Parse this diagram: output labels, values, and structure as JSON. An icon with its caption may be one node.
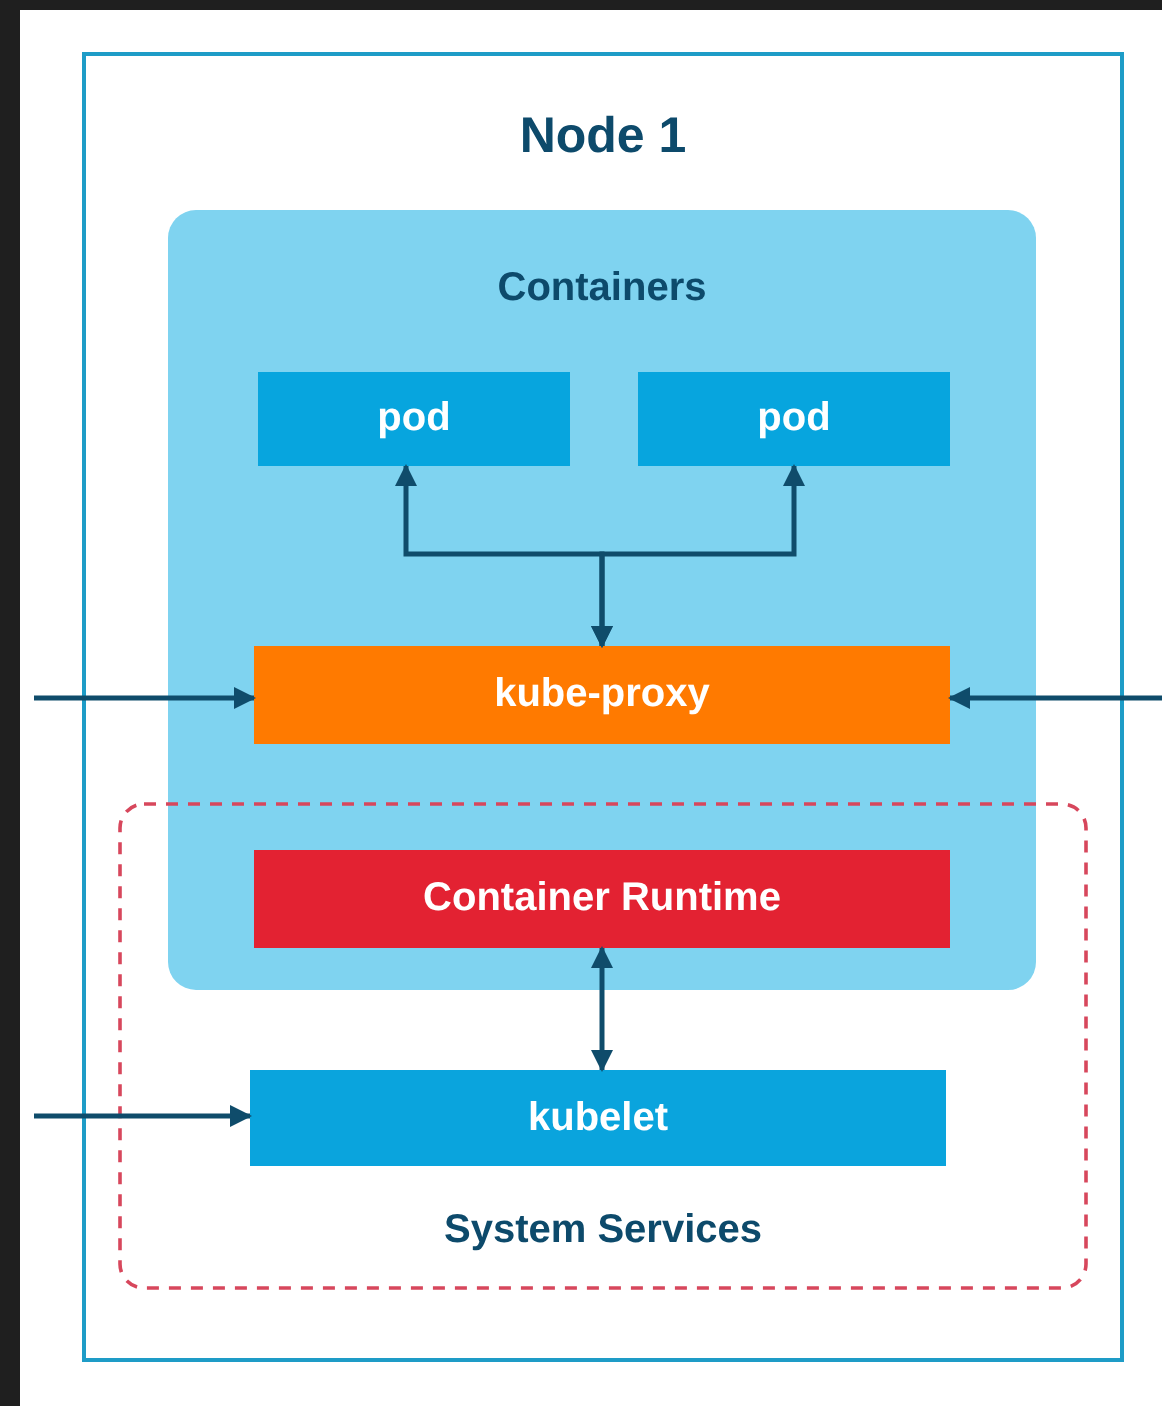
{
  "diagram": {
    "nodes": [
      {
        "text": [
          "Node 1"
        ]
      },
      {
        "text": [
          "Containers"
        ],
        "in": 0
      },
      {
        "text": [
          "pod"
        ],
        "in": 1
      },
      {
        "text": [
          "pod"
        ],
        "in": 1
      },
      {
        "text": [
          "kube-proxy"
        ],
        "in": 1
      },
      {
        "text": [
          "System Services"
        ],
        "in": 0
      },
      {
        "text": [
          "Container Runtime"
        ]
      },
      {
        "text": [
          "kubelet"
        ],
        "in": 5
      }
    ],
    "edges": [
      {
        "from": 2,
        "to": 4,
        "arrow": "both"
      },
      {
        "from": 3,
        "to": 4,
        "arrow": "both"
      },
      {
        "from": null,
        "to": 4,
        "arrow": "to"
      },
      {
        "from": null,
        "to": 4,
        "arrow": "to"
      },
      {
        "from": 6,
        "to": 7,
        "arrow": "both"
      },
      {
        "from": null,
        "to": 7,
        "arrow": "to"
      }
    ]
  }
}
